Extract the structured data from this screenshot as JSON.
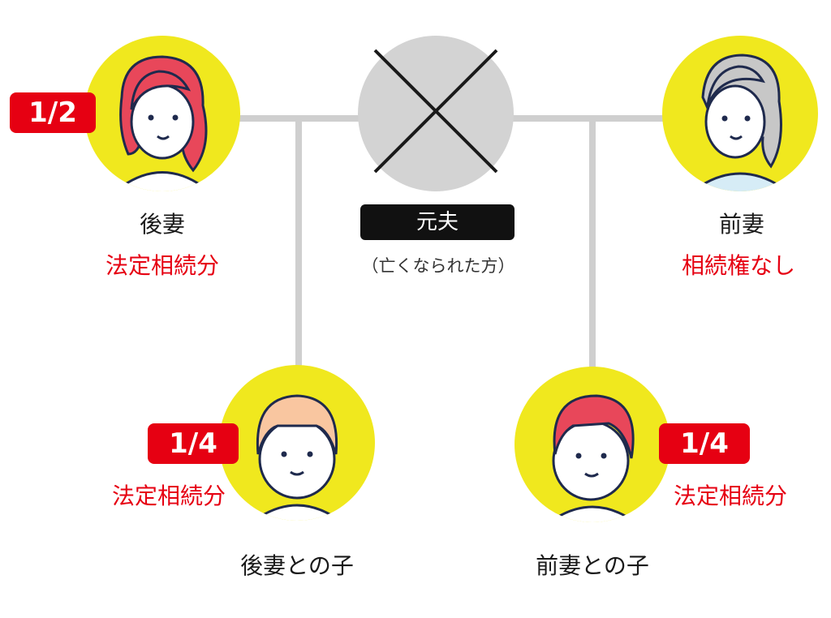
{
  "people": {
    "second_wife": {
      "name": "後妻",
      "status": "法定相続分",
      "share": "1/2"
    },
    "deceased": {
      "name": "元夫",
      "note": "（亡くなられた方）"
    },
    "first_wife": {
      "name": "前妻",
      "status": "相続権なし"
    },
    "child_second": {
      "name": "後妻との子",
      "status": "法定相続分",
      "share": "1/4"
    },
    "child_first": {
      "name": "前妻との子",
      "status": "法定相続分",
      "share": "1/4"
    }
  },
  "colors": {
    "circle_yellow": "#f0e81e",
    "deceased_gray": "#d3d3d3",
    "line_gray": "#cfcfcf",
    "accent_red": "#e60012",
    "outline": "#1f2a4d"
  }
}
